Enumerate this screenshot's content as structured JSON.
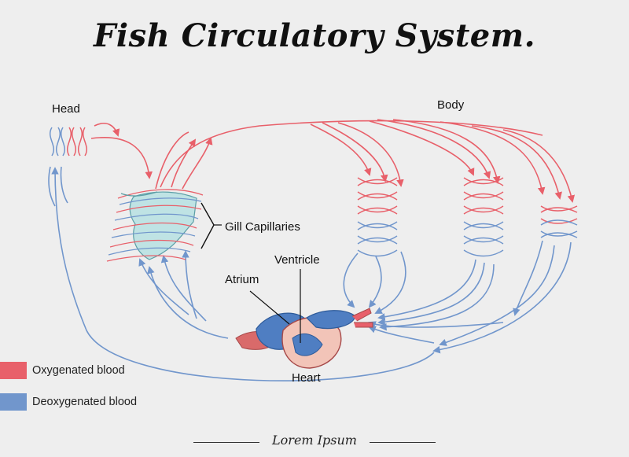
{
  "title": "Fish Circulatory System.",
  "labels": {
    "head": "Head",
    "body": "Body",
    "gill_capillaries": "Gill Capillaries",
    "ventricle": "Ventricle",
    "atrium": "Atrium",
    "heart": "Heart"
  },
  "legend": [
    {
      "label": "Oxygenated blood",
      "color": "#e8606a"
    },
    {
      "label": "Deoxygenated blood",
      "color": "#7196cc"
    }
  ],
  "footer": {
    "text": "Lorem Ipsum"
  },
  "colors": {
    "oxygenated": "#e8606a",
    "deoxygenated": "#7196cc",
    "background": "#eeeeee",
    "heart_blue": "#4f7ec2",
    "heart_red": "#d96a6a",
    "gill_tissue": "#bfe3e4"
  }
}
